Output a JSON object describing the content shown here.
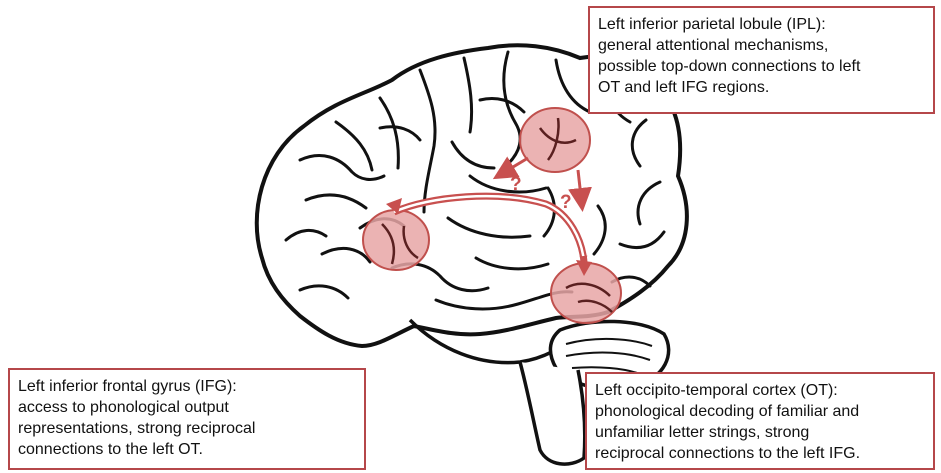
{
  "callouts": {
    "ipl": {
      "lines": [
        "Left inferior parietal lobule (IPL):",
        "general attentional mechanisms,",
        "possible top-down connections to left",
        "OT and left IFG regions."
      ]
    },
    "ifg": {
      "lines": [
        "Left inferior frontal gyrus (IFG):",
        "access to phonological output",
        "representations, strong reciprocal",
        "connections to the left OT."
      ]
    },
    "ot": {
      "lines": [
        "Left occipito-temporal cortex (OT):",
        "phonological decoding of familiar and",
        "unfamiliar letter strings, strong",
        "reciprocal connections to the left IFG."
      ]
    }
  },
  "arrow_labels": {
    "ipl_to_ifg": "?",
    "ipl_to_ot": "?"
  },
  "colors": {
    "region_fill": "#e8a6a6",
    "region_stroke": "#c0504d",
    "arrow": "#c8504f",
    "box_border": "#b5474a",
    "brain_outline": "#111111"
  }
}
